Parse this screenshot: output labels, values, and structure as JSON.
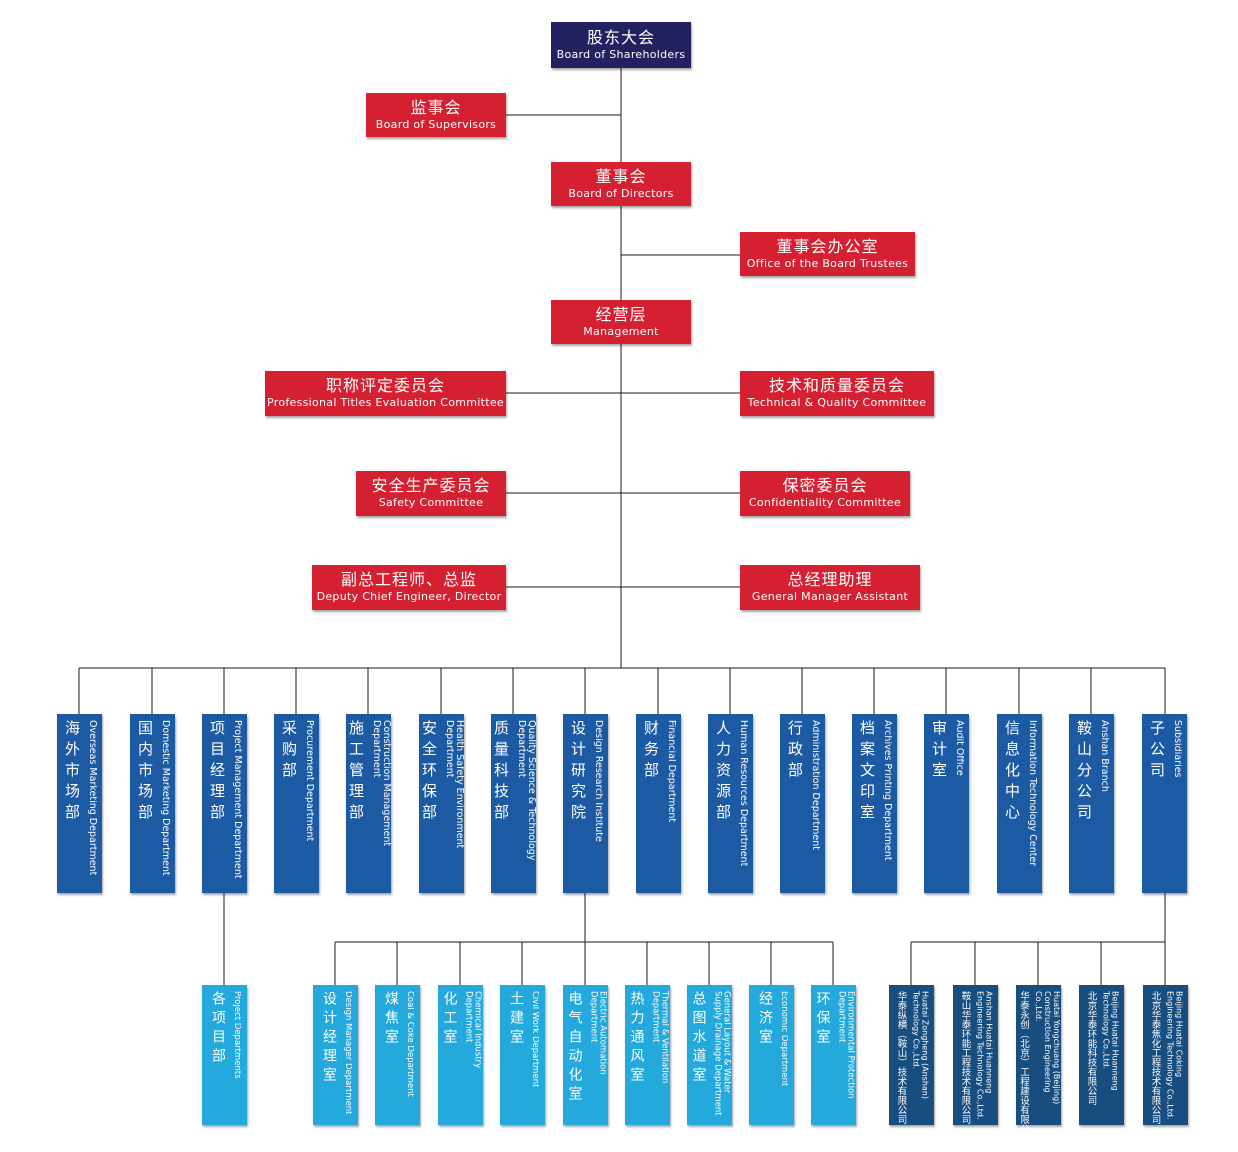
{
  "top": {
    "shareholders": {
      "zh": "股东大会",
      "en": "Board of Shareholders"
    },
    "supervisors": {
      "zh": "监事会",
      "en": "Board of Supervisors"
    },
    "directors": {
      "zh": "董事会",
      "en": "Board of Directors"
    },
    "board_office": {
      "zh": "董事会办公室",
      "en": "Office of the Board Trustees"
    },
    "management": {
      "zh": "经营层",
      "en": "Management"
    },
    "titles_committee": {
      "zh": "职称评定委员会",
      "en": "Professional Titles Evaluation Committee"
    },
    "quality_committee": {
      "zh": "技术和质量委员会",
      "en": "Technical & Quality Committee"
    },
    "safety_committee": {
      "zh": "安全生产委员会",
      "en": "Safety Committee"
    },
    "confidentiality_committee": {
      "zh": "保密委员会",
      "en": "Confidentiality Committee"
    },
    "deputy_engineer": {
      "zh": "副总工程师、总监",
      "en": "Deputy Chief Engineer, Director"
    },
    "gm_assistant": {
      "zh": "总经理助理",
      "en": "General Manager Assistant"
    }
  },
  "departments": [
    {
      "zh": "海外市场部",
      "en": "Overseas Marketing Department"
    },
    {
      "zh": "国内市场部",
      "en": "Domestic Marketing Department"
    },
    {
      "zh": "项目经理部",
      "en": "Project Management Department"
    },
    {
      "zh": "采购部",
      "en": "Procurement Department"
    },
    {
      "zh": "施工管理部",
      "en": "Construction Management Department"
    },
    {
      "zh": "安全环保部",
      "en": "Health Safety Environment Department"
    },
    {
      "zh": "质量科技部",
      "en": "Quality Science & Technology Department"
    },
    {
      "zh": "设计研究院",
      "en": "Design Research Institute"
    },
    {
      "zh": "财务部",
      "en": "Financial Department"
    },
    {
      "zh": "人力资源部",
      "en": "Human Resources Department"
    },
    {
      "zh": "行政部",
      "en": "Administration Department"
    },
    {
      "zh": "档案文印室",
      "en": "Archives Printing Department"
    },
    {
      "zh": "审计室",
      "en": "Audit Office"
    },
    {
      "zh": "信息化中心",
      "en": "Information Technology Center"
    },
    {
      "zh": "鞍山分公司",
      "en": "Anshan Branch"
    },
    {
      "zh": "子公司",
      "en": "Subsidiaries"
    }
  ],
  "project_departments": {
    "zh": "各项目部",
    "en": "Project Departments"
  },
  "design_offices": [
    {
      "zh": "设计经理室",
      "en": "Design Manager Department"
    },
    {
      "zh": "煤焦室",
      "en": "Coal & Coke Department"
    },
    {
      "zh": "化工室",
      "en": "Chemical Industry Department"
    },
    {
      "zh": "土建室",
      "en": "Civil Work Department"
    },
    {
      "zh": "电气自动化室",
      "en": "Electric Automation Department"
    },
    {
      "zh": "热力通风室",
      "en": "Thermal & Ventilation Department"
    },
    {
      "zh": "总图水道室",
      "en": "General Layout & Water Supply Drainage Department"
    },
    {
      "zh": "经济室",
      "en": "Economic Department"
    },
    {
      "zh": "环保室",
      "en": "Environmental Protection Department"
    }
  ],
  "subsidiaries": [
    {
      "zh": "华泰纵横（鞍山）技术有限公司",
      "en": "Huatai Zongheng (Anshan) Technology Co.,Ltd."
    },
    {
      "zh": "鞍山华泰环能工程技术有限公司",
      "en": "Anshan Huatai Huanneng Engineering Technology Co.,Ltd."
    },
    {
      "zh": "华泰永创（北京）工程建设有限公司",
      "en": "Huatai Yongchuang (Beijing) Construction Engineering Co.,Ltd."
    },
    {
      "zh": "北京华泰环能科技有限公司",
      "en": "Beijing Huatai Huanneng Technology Co.,Ltd."
    },
    {
      "zh": "北京华泰焦化工程技术有限公司",
      "en": "Beijing Huatai Coking Engineering Technology Co.,Ltd."
    }
  ],
  "colors": {
    "navy": "#23215f",
    "red": "#d42030",
    "department_blue": "#1d5aa4",
    "office_cyan": "#24a9dc",
    "subsidiary_dark": "#174d7f",
    "line": "#1a1a1a"
  }
}
